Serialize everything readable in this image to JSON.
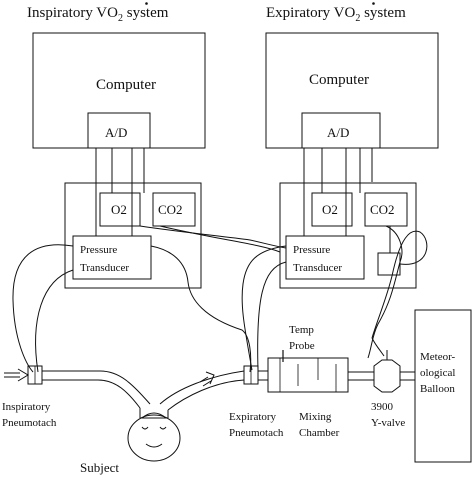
{
  "inspiratory_system": {
    "title_prefix": "Inspiratory ",
    "title_v": "V",
    "title_o": "O",
    "title_sub": "2",
    "title_suffix": " system",
    "computer_label": "Computer",
    "ad_label": "A/D",
    "o2_label": "O2",
    "co2_label": "CO2",
    "pressure_label_line1": "Pressure",
    "pressure_label_line2": "Transducer"
  },
  "expiratory_system": {
    "title_prefix": "Expiratory ",
    "title_v": "V",
    "title_o": "O",
    "title_sub": "2",
    "title_suffix": " system",
    "computer_label": "Computer",
    "ad_label": "A/D",
    "o2_label": "O2",
    "co2_label": "CO2",
    "pressure_label_line1": "Pressure",
    "pressure_label_line2": "Transducer"
  },
  "components": {
    "temp_probe_line1": "Temp",
    "temp_probe_line2": "Probe",
    "balloon_line1": "Meteor-",
    "balloon_line2": "ological",
    "balloon_line3": "Balloon",
    "inspiratory_pneumotach_line1": "Inspiratory",
    "inspiratory_pneumotach_line2": "Pneumotach",
    "expiratory_pneumotach_line1": "Expiratory",
    "expiratory_pneumotach_line2": "Pneumotach",
    "mixing_chamber_line1": "Mixing",
    "mixing_chamber_line2": "Chamber",
    "yvalve_line1": "3900",
    "yvalve_line2": "Y-valve",
    "subject_label": "Subject"
  }
}
